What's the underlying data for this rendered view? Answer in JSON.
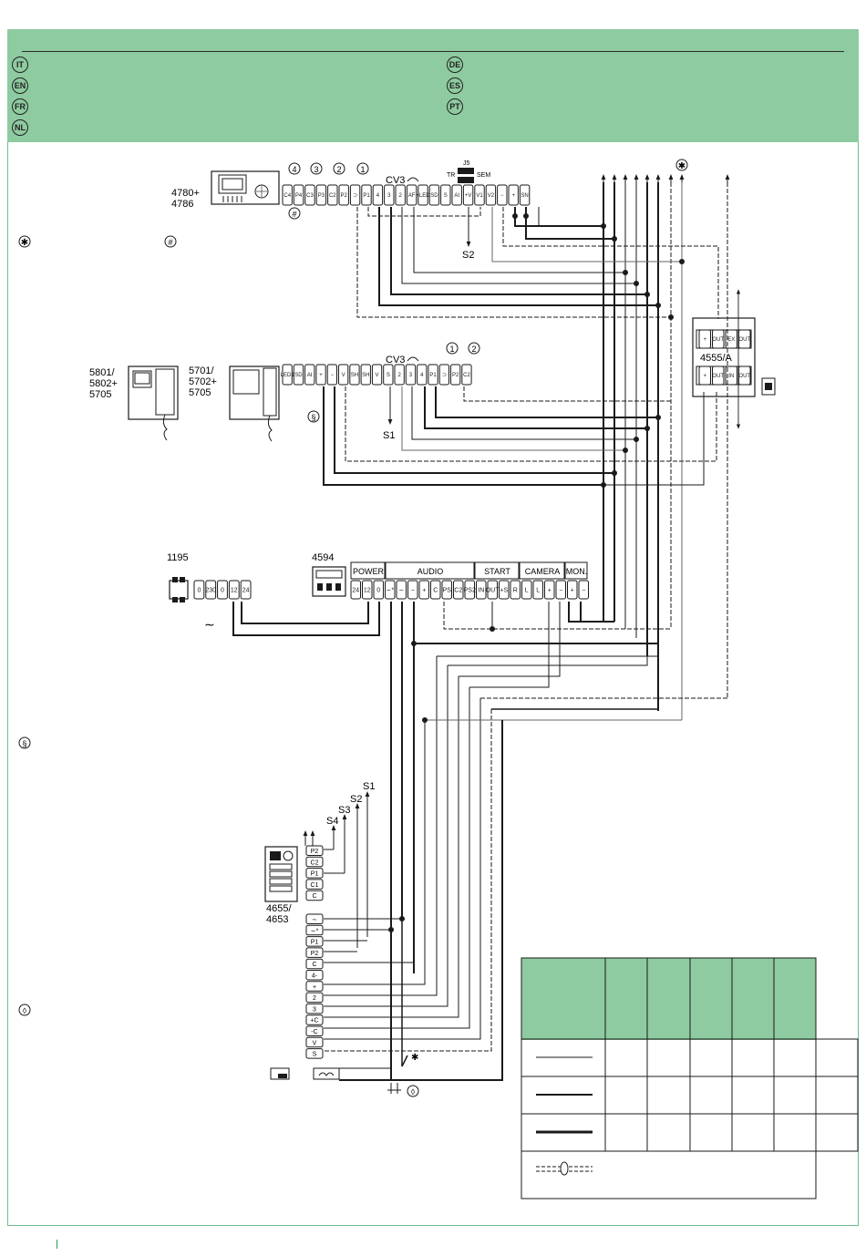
{
  "header": {
    "languages_left": [
      "IT",
      "EN",
      "FR",
      "NL"
    ],
    "languages_right": [
      "DE",
      "ES",
      "PT"
    ]
  },
  "notes": {
    "star_symbol": "✱",
    "hash_symbol": "#",
    "s_symbol": "§",
    "diamond_symbol": "◊"
  },
  "colors": {
    "header_bg": "#8ecba0",
    "frame": "#6dbd8e",
    "ink": "#1a1a1a"
  },
  "monitor_top": {
    "label_line1": "4780+",
    "label_line2": "4786",
    "button_numbers": [
      "4",
      "3",
      "2",
      "1"
    ],
    "cv3": "CV3",
    "j5": "J5",
    "tr": "TR",
    "sem": "SEM",
    "s_output": "S2",
    "terminals": [
      "C4",
      "P4",
      "C3",
      "P3",
      "C2",
      "P2",
      "⊃",
      "P1",
      "4",
      "3",
      "2",
      "AF",
      "+LED",
      "SD",
      "S",
      "AI",
      "+V",
      "V1",
      "V2",
      "−",
      "+",
      "SN"
    ]
  },
  "monitor_mid": {
    "label_a1": "5801/",
    "label_a2": "5802+",
    "label_a3": "5705",
    "label_b1": "5701/",
    "label_b2": "5702+",
    "label_b3": "5705",
    "cv3": "CV3",
    "button_numbers": [
      "1",
      "2"
    ],
    "s_output": "S1",
    "terminals": [
      "LED1",
      "SD",
      "AI",
      "+",
      "−",
      "V",
      "SH",
      "SH",
      "V",
      "S",
      "2",
      "3",
      "4",
      "P1",
      "⊃",
      "P2",
      "C2"
    ]
  },
  "device_4555": {
    "label": "4555/A",
    "top_terminals": [
      "+",
      "OUT",
      "EX",
      "OUT"
    ],
    "bottom_terminals": [
      "+",
      "OUT",
      "IN",
      "OUT"
    ]
  },
  "device_1195": {
    "label": "1195",
    "terminals": [
      "0",
      "230",
      "0",
      "12",
      "24"
    ],
    "ac": "∼"
  },
  "device_4594": {
    "label": "4594"
  },
  "controller": {
    "groups": [
      "POWER",
      "AUDIO",
      "START",
      "CAMERA",
      "MON."
    ],
    "terminals": [
      "24",
      "12",
      "0",
      "∼*",
      "∼",
      "−",
      "+",
      "C",
      "PS",
      "C2",
      "PS2",
      "IN",
      "OUT",
      "+S",
      "R",
      "L",
      "L",
      "+",
      "−",
      "+",
      "−"
    ]
  },
  "door_panel": {
    "label_line1": "4655/",
    "label_line2": "4653",
    "outputs": [
      "S1",
      "S2",
      "S3",
      "S4"
    ],
    "button_terminals": [
      "P2",
      "C2",
      "P1",
      "C1",
      "C"
    ],
    "terminals": [
      "∼",
      "∼*",
      "P1",
      "P2",
      "C",
      "4-",
      "+",
      "2",
      "3",
      "+C",
      "-C",
      "V",
      "S"
    ],
    "star": "✱",
    "diamond": "◊"
  },
  "legend_table": {
    "header_cols": 5,
    "rows": 3
  }
}
